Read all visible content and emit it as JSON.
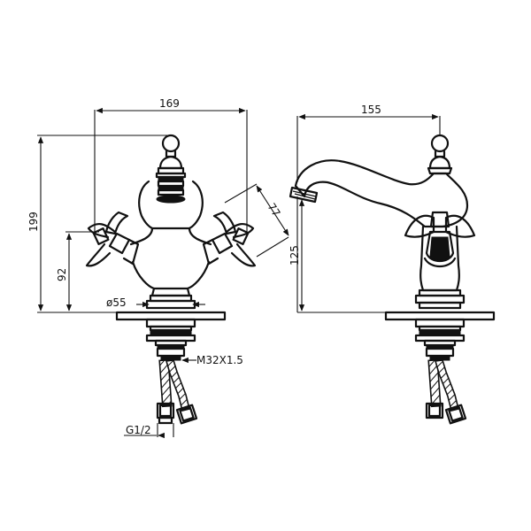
{
  "dimensions": {
    "width_total": "169",
    "height_total": "199",
    "handle_height": "92",
    "base_diameter": "ø55",
    "handle_offset": "77",
    "spout_reach": "155",
    "spout_height": "125"
  },
  "threads": {
    "mounting_thread": "M32X1.5",
    "hose_thread": "G1/2"
  }
}
